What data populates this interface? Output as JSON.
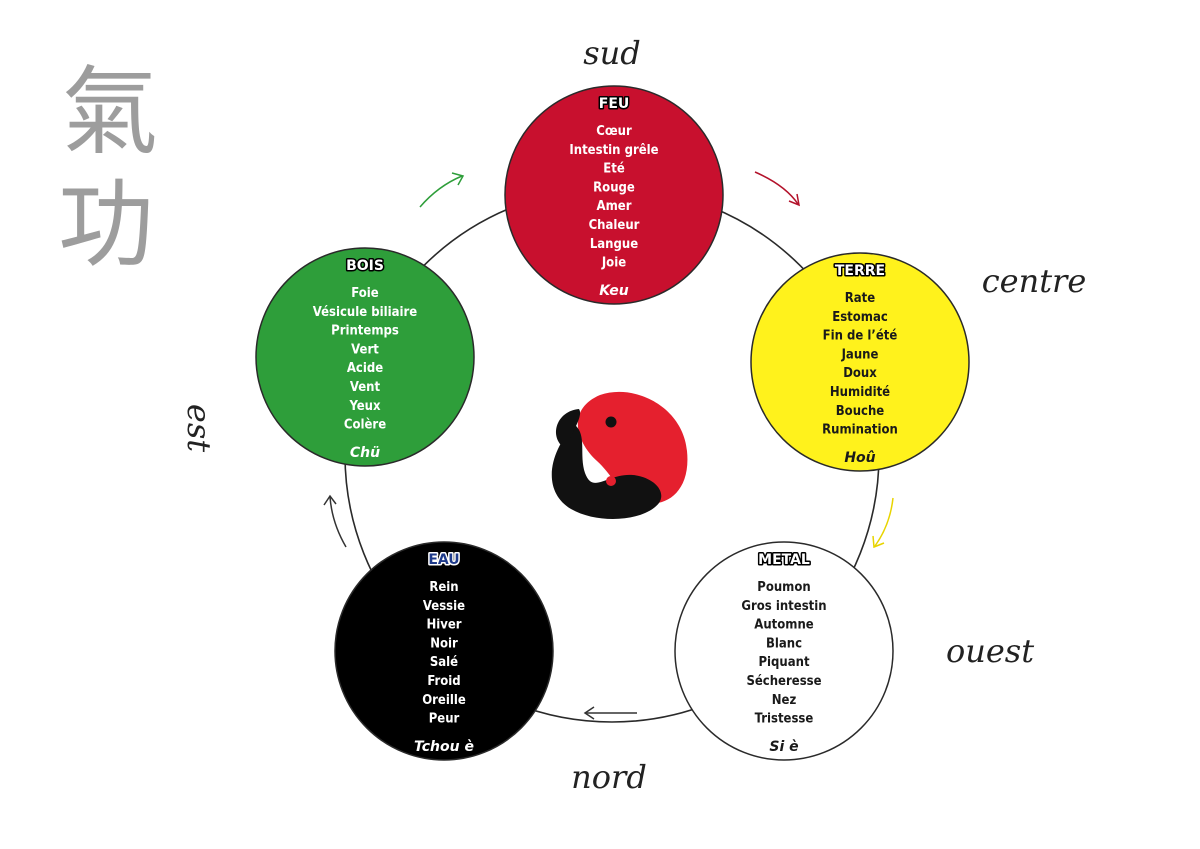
{
  "calligraphy": [
    "氣",
    "功"
  ],
  "directions": {
    "sud": "sud",
    "centre": "centre",
    "ouest": "ouest",
    "nord": "nord",
    "est": "est"
  },
  "elements": [
    {
      "key": "feu",
      "title": "FEU",
      "items": [
        "Cœur",
        "Intestin grêle",
        "Eté",
        "Rouge",
        "Amer",
        "Chaleur",
        "Langue",
        "Joie"
      ],
      "sound": "Keu",
      "fill": "#c8102e",
      "text_color": "#ffffff",
      "title_fill": "#ffffff",
      "title_stroke": "#000000"
    },
    {
      "key": "terre",
      "title": "TERRE",
      "items": [
        "Rate",
        "Estomac",
        "Fin de l’été",
        "Jaune",
        "Doux",
        "Humidité",
        "Bouche",
        "Rumination"
      ],
      "sound": "Hoû",
      "fill": "#fff21c",
      "text_color": "#1a1a1a",
      "title_fill": "#ffffff",
      "title_stroke": "#000000"
    },
    {
      "key": "metal",
      "title": "METAL",
      "items": [
        "Poumon",
        "Gros intestin",
        "Automne",
        "Blanc",
        "Piquant",
        "Sécheresse",
        "Nez",
        "Tristesse"
      ],
      "sound": "Si è",
      "fill": "#ffffff",
      "text_color": "#1a1a1a",
      "title_fill": "#ffffff",
      "title_stroke": "#000000"
    },
    {
      "key": "eau",
      "title": "EAU",
      "items": [
        "Rein",
        "Vessie",
        "Hiver",
        "Noir",
        "Salé",
        "Froid",
        "Oreille",
        "Peur"
      ],
      "sound": "Tchou è",
      "fill": "#000000",
      "text_color": "#ffffff",
      "title_fill": "#1e3a8a",
      "title_stroke": "#ffffff"
    },
    {
      "key": "bois",
      "title": "BOIS",
      "items": [
        "Foie",
        "Vésicule biliaire",
        "Printemps",
        "Vert",
        "Acide",
        "Vent",
        "Yeux",
        "Colère"
      ],
      "sound": "Chü",
      "fill": "#2e9e3a",
      "text_color": "#ffffff",
      "title_fill": "#ffffff",
      "title_stroke": "#000000"
    }
  ],
  "arrow_colors": {
    "feu_to_terre": "#b3122b",
    "terre_to_metal": "#e8d400",
    "metal_to_eau": "#333333",
    "eau_to_bois": "#333333",
    "bois_to_feu": "#2e9e3a"
  },
  "yinyang": {
    "yang_color": "#e5202e",
    "yin_color": "#111111"
  }
}
